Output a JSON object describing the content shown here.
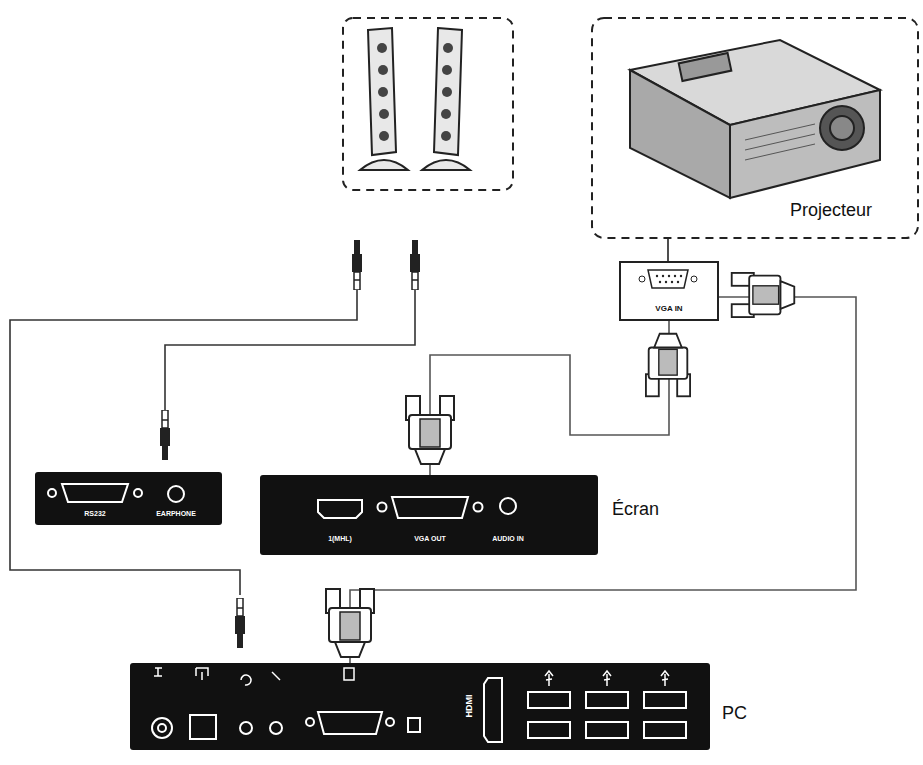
{
  "diagram": {
    "nodes": [
      {
        "text": [
          "Projecteur"
        ]
      },
      {
        "text": [
          "VGA IN"
        ]
      },
      {
        "text": [
          "RS232",
          "EARPHONE"
        ]
      },
      {
        "text": [
          "1(MHL)",
          "VGA OUT",
          "AUDIO IN",
          "Écran"
        ]
      },
      {
        "text": [
          "HDMI",
          "PC"
        ]
      }
    ],
    "edges": [
      {
        "from": 3,
        "to": 1,
        "arrow": "none"
      },
      {
        "from": 4,
        "to": 1,
        "arrow": "none"
      }
    ]
  }
}
